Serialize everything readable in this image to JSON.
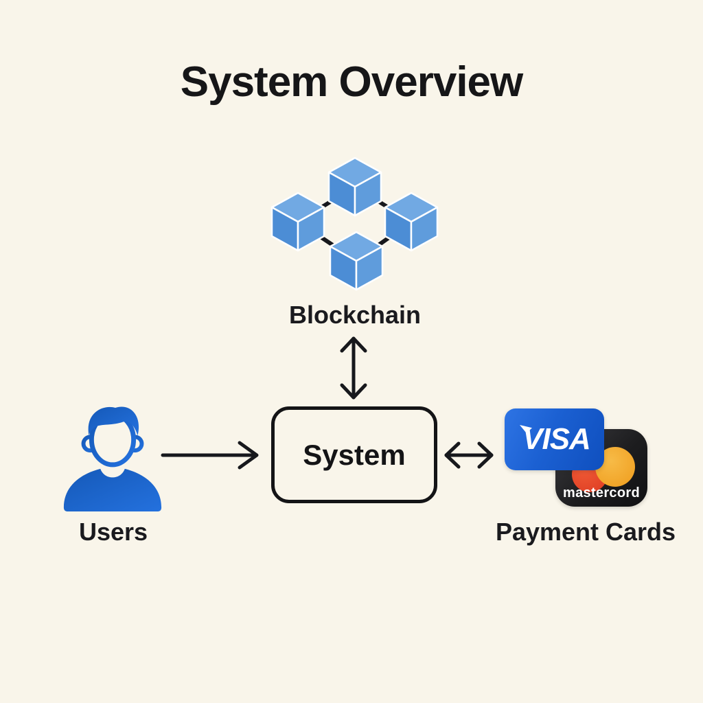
{
  "diagram": {
    "title": "System Overview",
    "nodes": {
      "blockchain": {
        "label": "Blockchain",
        "icon": "blockchain-cubes-icon"
      },
      "system": {
        "label": "System"
      },
      "users": {
        "label": "Users",
        "icon": "person-icon"
      },
      "payment_cards": {
        "label": "Payment Cards",
        "cards": {
          "visa": "VISA",
          "mastercard": "mastercord"
        }
      }
    },
    "edges": [
      {
        "from": "Users",
        "to": "System",
        "type": "one-way",
        "direction": "right"
      },
      {
        "from": "System",
        "to": "Blockchain",
        "type": "two-way",
        "direction": "vertical"
      },
      {
        "from": "System",
        "to": "Payment Cards",
        "type": "two-way",
        "direction": "horizontal"
      }
    ],
    "colors": {
      "background": "#f9f5ea",
      "text": "#17171a",
      "line": "#17181c",
      "cube_blue_top": "#71a9e3",
      "cube_blue_left": "#4c8dd5",
      "cube_blue_right": "#5f9cdc",
      "user_blue": "#1a62c8",
      "visa_blue": "#1b60d2",
      "mastercard_black": "#1d1d1f",
      "mastercard_red": "#dd3a22",
      "mastercard_orange": "#ef9c1d"
    }
  }
}
